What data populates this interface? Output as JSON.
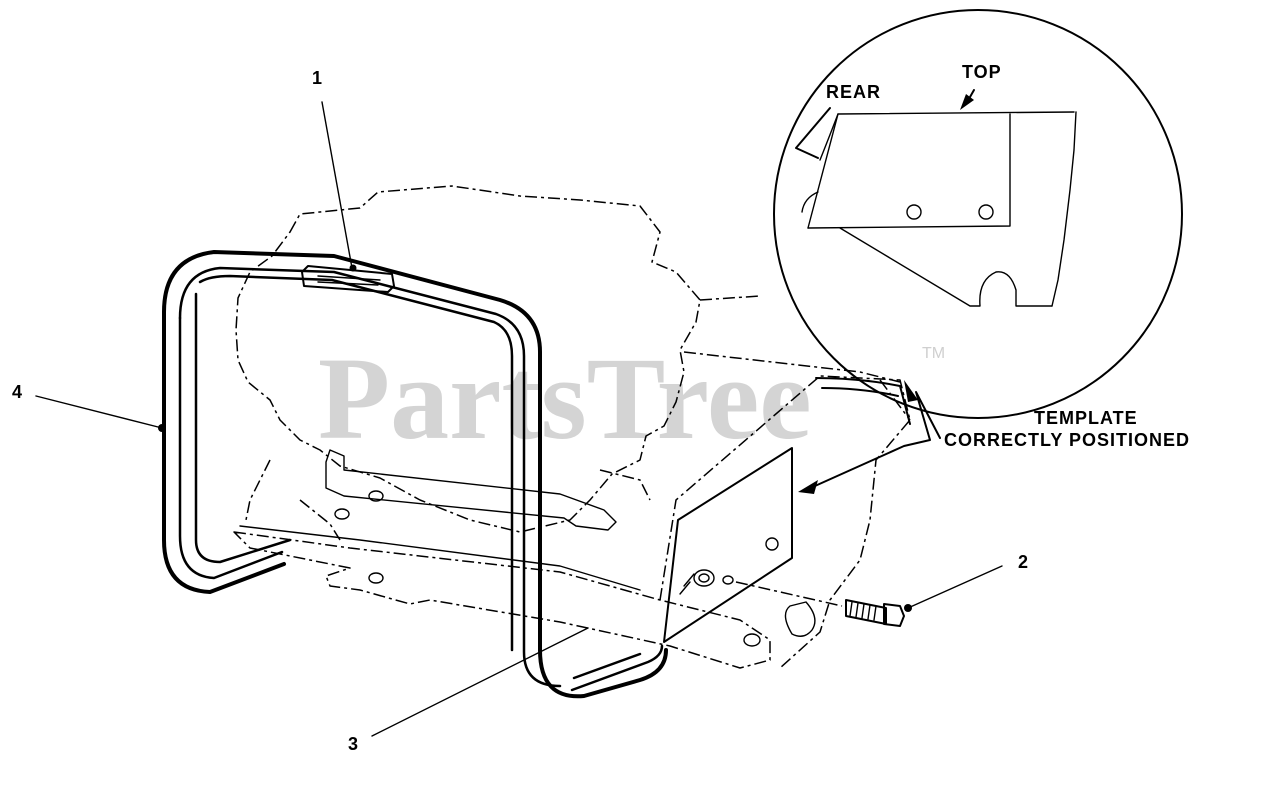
{
  "diagram": {
    "watermark": "PartsTree",
    "trademark": "TM",
    "callouts": {
      "c1": "1",
      "c2": "2",
      "c3": "3",
      "c4": "4"
    },
    "inset": {
      "rear": "REAR",
      "top": "TOP"
    },
    "template_label": {
      "line1": "TEMPLATE",
      "line2": "CORRECTLY POSITIONED"
    }
  }
}
